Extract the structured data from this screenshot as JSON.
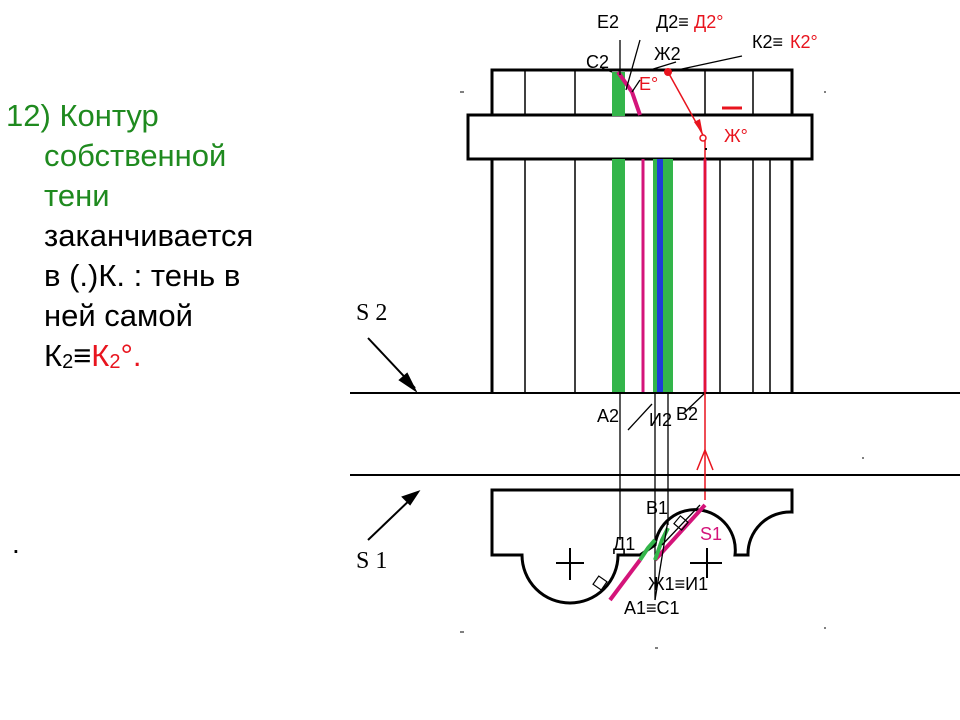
{
  "text": {
    "number": "12)",
    "line1": "Контур",
    "line2": "собственной",
    "line3": "тени",
    "line4": "заканчивается",
    "line5": "в (.)К. : тень в",
    "line6": "ней самой",
    "k2": "К",
    "sub2": "2",
    "equiv": "≡",
    "k2o": "К",
    "sub2o": "2",
    "deg_period": "°."
  },
  "dot": ".",
  "labels": {
    "e2": "Е2",
    "d2": "Д2≡",
    "d2o": "Д2°",
    "k2": "К2≡",
    "k2o": "К2°",
    "c2": "С2",
    "zh2": "Ж2",
    "eo": "Е°",
    "zho": "Ж°",
    "s2": "S 2",
    "s1": "S 1",
    "a2": "А2",
    "i2": "И2",
    "v2": "В2",
    "v1": "В1",
    "s1red": "S1",
    "d1": "Д1",
    "zh1i1": "Ж1≡И1",
    "a1c1": "А1≡С1"
  },
  "colors": {
    "green": "#33b54a",
    "blue": "#1e3cd7",
    "magenta": "#d4147a",
    "red": "#e8141e",
    "black": "#000000"
  }
}
